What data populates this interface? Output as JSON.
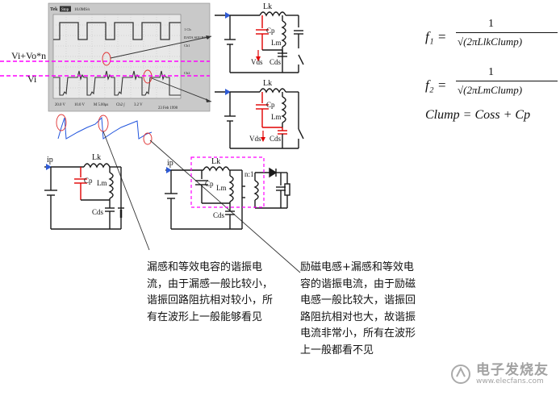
{
  "scope": {
    "brand": "Tek",
    "mode": "Stop",
    "header_readout": "10.0MS/s",
    "label_upper": "Vi+Vo*n",
    "label_lower": "Vi",
    "bottom_readout_1": "20.0 V",
    "bottom_readout_2": "10.0 V",
    "bottom_readout_3": "M 5.00μs",
    "bottom_readout_4": "Ch2 ∫",
    "bottom_readout_5": "3.2 V",
    "bottom_readout_6": "23 Feb 1998",
    "side_readout_1": "1 Ch",
    "side_readout_2": "DATA SOURCE",
    "side_readout_3": "Ch1",
    "side_readout_4": "Ch2",
    "accent_color": "#ff00ff"
  },
  "circuit_top_right": {
    "label_lk": "Lk",
    "label_cp": "Cp",
    "label_lm": "Lm",
    "label_vds": "Vds",
    "label_cds": "Cds"
  },
  "circuit_mid_right": {
    "label_lk": "Lk",
    "label_cp": "Cp",
    "label_lm": "Lm",
    "label_vds": "Vds",
    "label_cds": "Cds"
  },
  "circuit_bottom_left": {
    "label_ip": "ip",
    "label_lk": "Lk",
    "label_cp": "Cp",
    "label_lm": "Lm",
    "label_cds": "Cds"
  },
  "circuit_bottom_mid": {
    "label_ip": "ip",
    "label_lk": "Lk",
    "label_cp": "Cp",
    "label_lm": "Lm",
    "label_cds": "Cds",
    "label_ratio": "n:1"
  },
  "notes": {
    "note_leakage": "漏感和等效电容的谐振电流，由于漏感一般比较小，谐振回路阻抗相对较小，所有在波形上一般能够看见",
    "note_magnetizing": "励磁电感+漏感和等效电容的谐振电流，由于励磁电感一般比较大，谐振回路阻抗相对也大，故谐振电流非常小，所有在波形上一般都看不见"
  },
  "formulas": {
    "f1_lhs": "f₁ =",
    "f1_num": "1",
    "f1_den": "√(2πLlkClump)",
    "f2_lhs": "f₂ =",
    "f2_num": "1",
    "f2_den": "√(2πLmClump)",
    "clump": "Clump = Coss + Cp"
  },
  "watermark": {
    "text": "电子发烧友",
    "url": "www.elecfans.com"
  },
  "colors": {
    "cap_red": "#e00000",
    "wire": "#1a1a1a",
    "blue_arrow": "#2f5bd6",
    "wave_blue": "#2255dd"
  }
}
